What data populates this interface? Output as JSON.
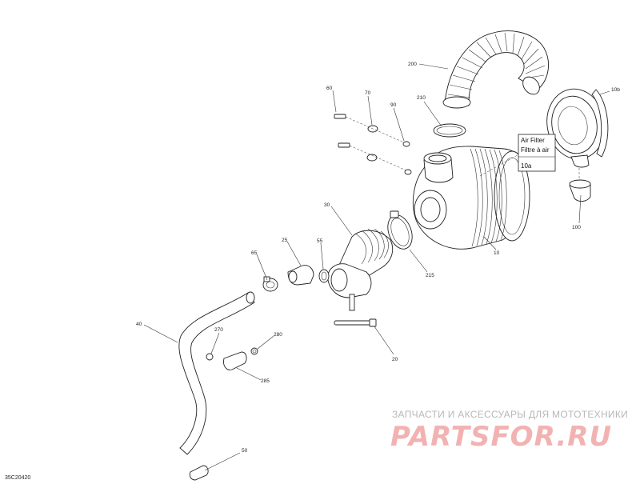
{
  "diagram": {
    "callouts": {
      "c200": "200",
      "c10b": "10b",
      "c210": "210",
      "c60": "60",
      "c70": "70",
      "c90": "90",
      "c10": "10",
      "c100": "100",
      "c30": "30",
      "c215": "215",
      "c25": "25",
      "c55": "55",
      "c65": "65",
      "c20": "20",
      "c40": "40",
      "c270": "270",
      "c280": "280",
      "c285": "285",
      "c50": "50"
    },
    "filter_box": {
      "line1": "Air Filter",
      "line2": "Filtre à air",
      "line3": "10a"
    },
    "reference": "35C20420"
  },
  "watermark": {
    "tagline": "ЗАПЧАСТИ И АКСЕССУАРЫ ДЛЯ МОТОТЕХНИКИ",
    "brand": "PARTSFOR.RU"
  }
}
